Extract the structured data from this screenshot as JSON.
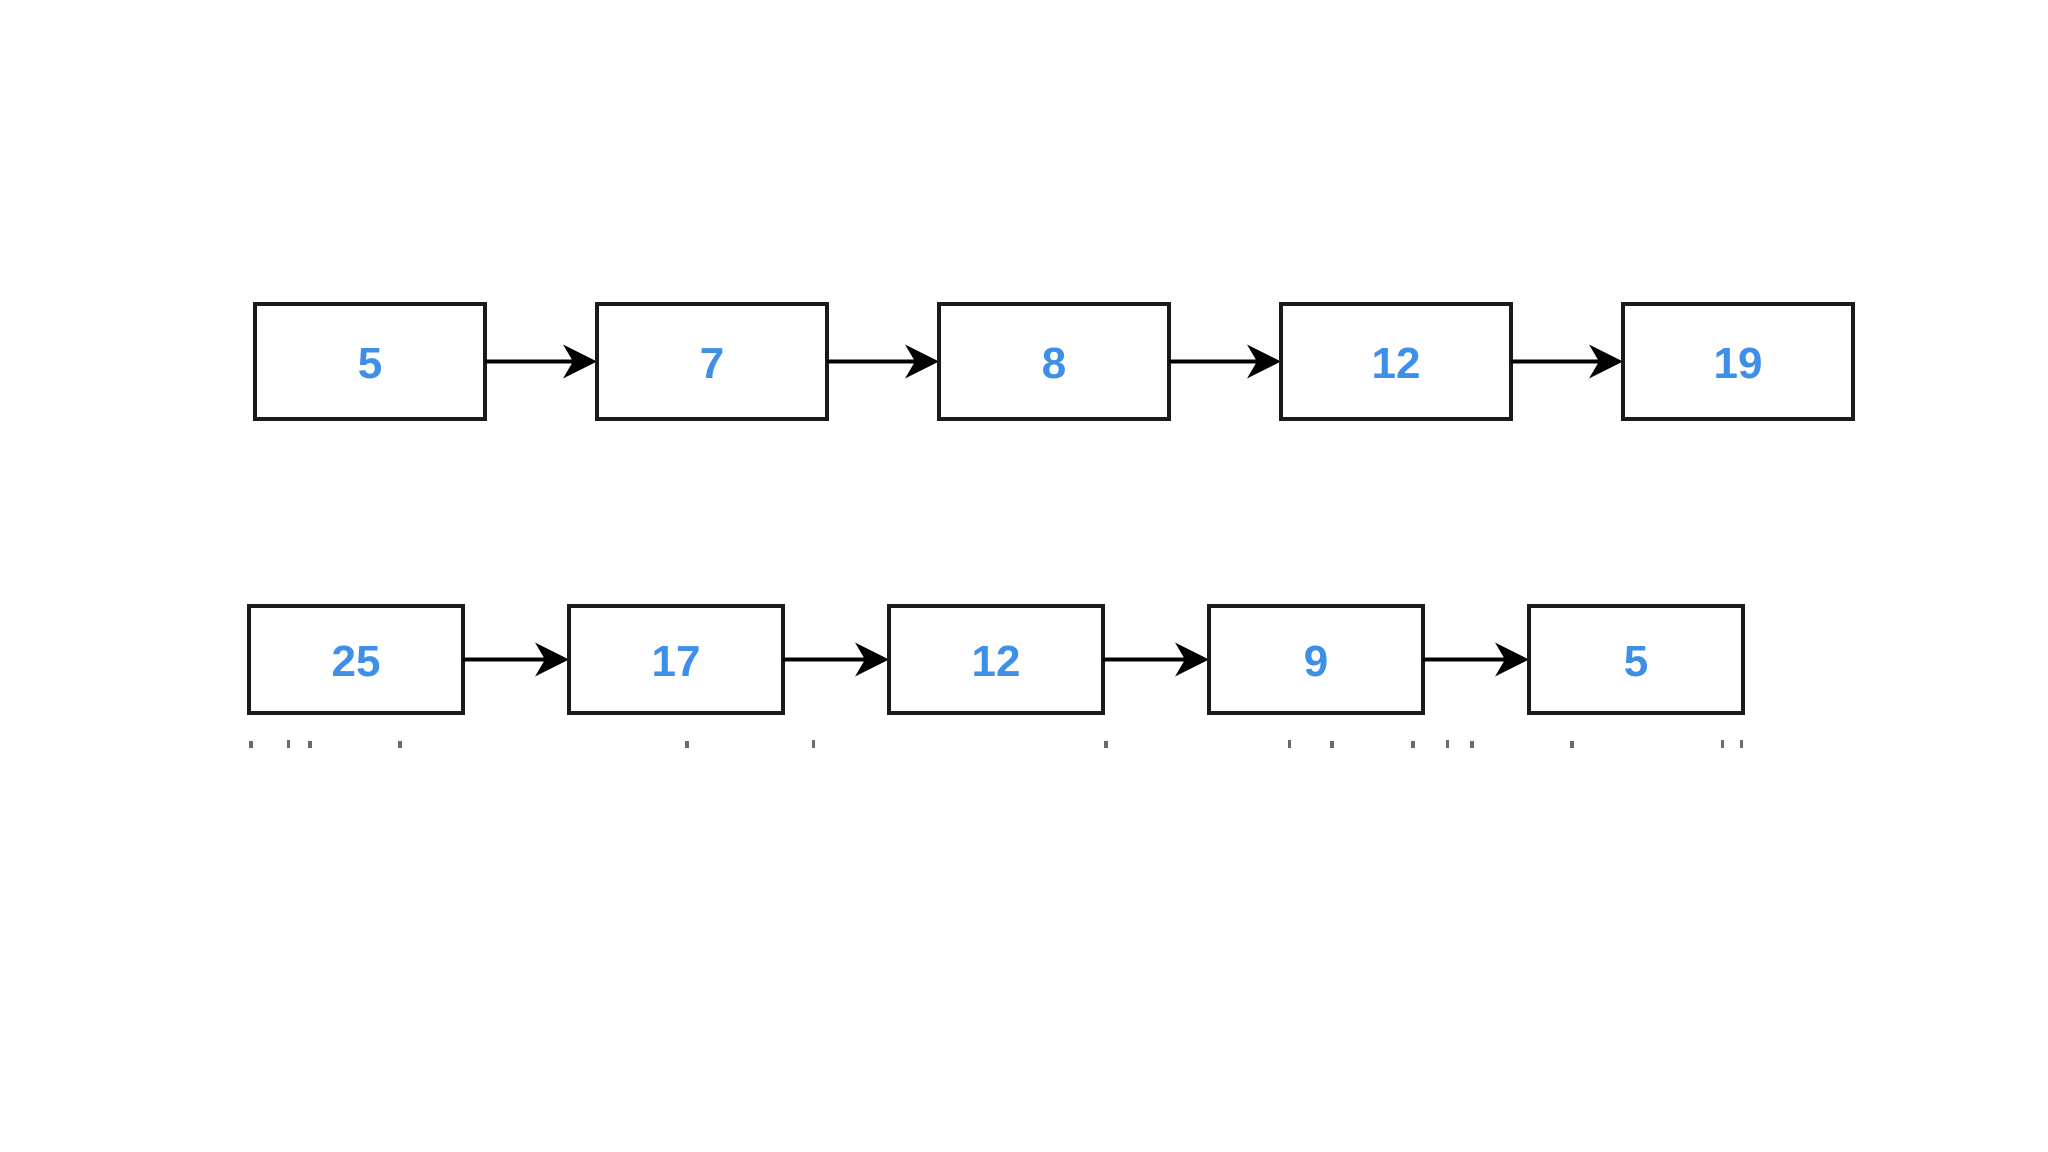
{
  "colors": {
    "label": "#3d8fe8",
    "border": "#1a1a1a",
    "arrow": "#000000"
  },
  "lists": [
    {
      "nodes": [
        "5",
        "7",
        "8",
        "12",
        "19"
      ]
    },
    {
      "nodes": [
        "25",
        "17",
        "12",
        "9",
        "5"
      ]
    }
  ]
}
